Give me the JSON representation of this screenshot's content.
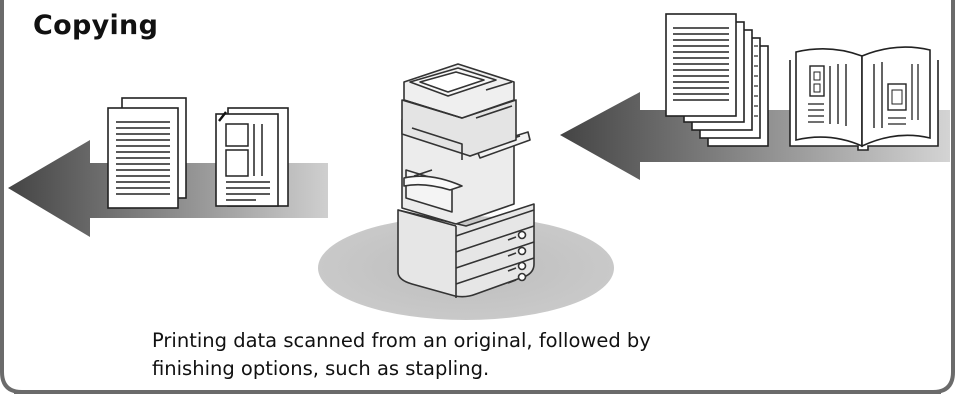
{
  "title": "Copying",
  "caption": {
    "line1": "Printing data scanned from an original, followed by",
    "line2": "finishing options, such as stapling."
  },
  "colors": {
    "border": "#6b6b6b",
    "arrow_dark": "#4a4a4a",
    "arrow_light": "#c9c9c9",
    "floor": "#c6c6c6",
    "machine": "#e9e9e9",
    "outline": "#333333"
  }
}
